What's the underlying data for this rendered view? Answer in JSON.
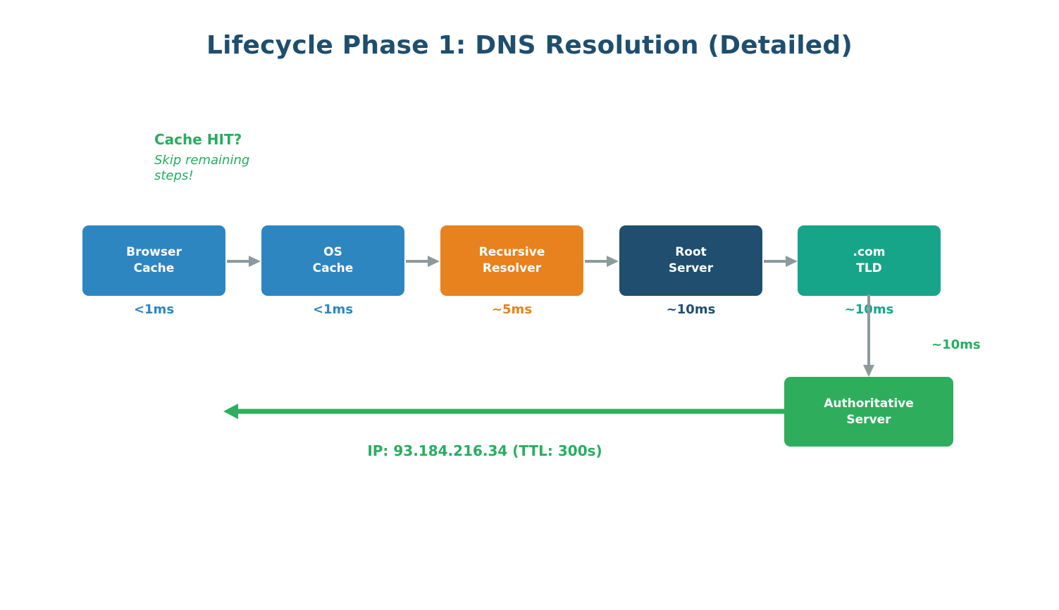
{
  "page": {
    "title": "Lifecycle Phase 1: DNS Resolution (Detailed)",
    "title_color": "#1F4E6E",
    "background": "#FFFFFF"
  },
  "annotation": {
    "heading": "Cache HIT?",
    "subtext": "Skip remaining steps!",
    "color": "#27AE60"
  },
  "chart_data": {
    "type": "diagram",
    "title": "Lifecycle Phase 1: DNS Resolution (Detailed)",
    "nodes": [
      {
        "id": "browser-cache",
        "line1": "Browser",
        "line2": "Cache",
        "latency": "<1ms",
        "color": "#2E86C1"
      },
      {
        "id": "os-cache",
        "line1": "OS",
        "line2": "Cache",
        "latency": "<1ms",
        "color": "#2E86C1"
      },
      {
        "id": "recursive-resolver",
        "line1": "Recursive",
        "line2": "Resolver",
        "latency": "~5ms",
        "color": "#E8821E"
      },
      {
        "id": "root-server",
        "line1": "Root",
        "line2": "Server",
        "latency": "~10ms",
        "color": "#1F4E6E"
      },
      {
        "id": "com-tld",
        "line1": ".com",
        "line2": "TLD",
        "latency": "~10ms",
        "color": "#17A589"
      },
      {
        "id": "authoritative",
        "line1": "Authoritative",
        "line2": "Server",
        "latency": "",
        "color": "#2EAE5C"
      }
    ],
    "edges": [
      {
        "from": "browser-cache",
        "to": "os-cache",
        "color": "#8C9A9E",
        "label": ""
      },
      {
        "from": "os-cache",
        "to": "recursive-resolver",
        "color": "#8C9A9E",
        "label": ""
      },
      {
        "from": "recursive-resolver",
        "to": "root-server",
        "color": "#8C9A9E",
        "label": ""
      },
      {
        "from": "root-server",
        "to": "com-tld",
        "color": "#8C9A9E",
        "label": ""
      },
      {
        "from": "com-tld",
        "to": "authoritative",
        "color": "#8C9A9E",
        "label": "~10ms"
      },
      {
        "from": "authoritative",
        "to": "browser-cache",
        "color": "#2EAE5C",
        "label": "IP: 93.184.216.34 (TTL: 300s)"
      }
    ],
    "vertical_edge_label": "~10ms",
    "return_label": "IP: 93.184.216.34 (TTL: 300s)"
  }
}
